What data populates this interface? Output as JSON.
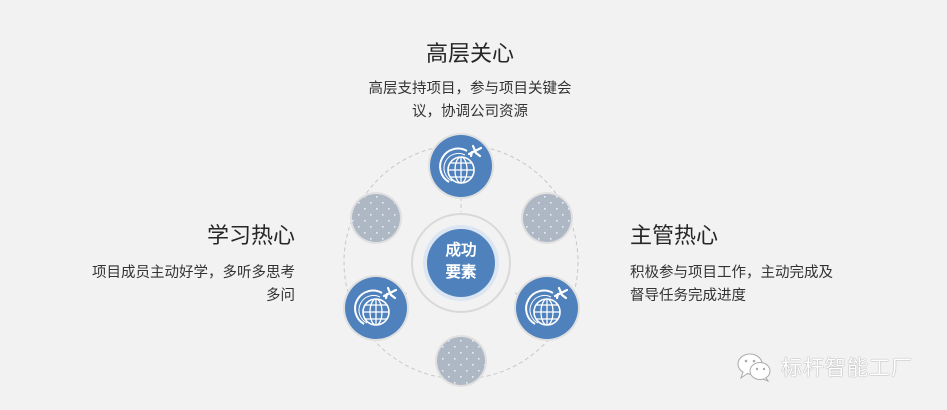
{
  "diagram": {
    "center": {
      "line1": "成功",
      "line2": "要素",
      "color": "#4f81bd"
    },
    "nodes": [
      {
        "position": "top",
        "title": "高层关心",
        "description_lines": [
          "高层支持项目，参与项目关键会",
          "议，协调公司资源"
        ],
        "icon": "globe-airplane-icon"
      },
      {
        "position": "left",
        "title": "学习热心",
        "description_lines": [
          "项目成员主动好学，多听多思考",
          "多问"
        ],
        "icon": "globe-airplane-icon"
      },
      {
        "position": "right",
        "title": "主管热心",
        "description_lines": [
          "积极参与项目工作，主动完成及",
          "督导任务完成进度"
        ],
        "icon": "globe-airplane-icon"
      }
    ],
    "colors": {
      "primary": "#4f81bd",
      "secondary": "#aeb7c4",
      "background": "#f2f2f2",
      "ring": "#d9d9d9"
    }
  },
  "watermark": {
    "icon": "wechat-icon",
    "text": "标杆智能工厂"
  }
}
